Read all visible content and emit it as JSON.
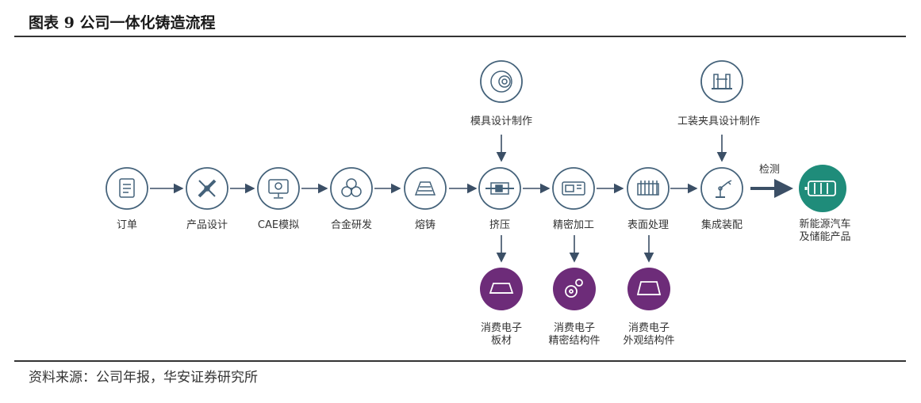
{
  "header": {
    "title": "图表 9  公司一体化铸造流程"
  },
  "footer": {
    "source": "资料来源：公司年报，华安证券研究所"
  },
  "flow": {
    "main_steps": [
      "订单",
      "产品设计",
      "CAE模拟",
      "合金研发",
      "熔铸",
      "挤压",
      "精密加工",
      "表面处理",
      "集成装配"
    ],
    "inputs": {
      "mold": "模具设计制作",
      "fixture": "工装夹具设计制作"
    },
    "inspection_label": "检测",
    "final_output": {
      "line1": "新能源汽车",
      "line2": "及储能产品"
    },
    "products": [
      {
        "line1": "消费电子",
        "line2": "板材"
      },
      {
        "line1": "消费电子",
        "line2": "精密结构件"
      },
      {
        "line1": "消费电子",
        "line2": "外观结构件"
      }
    ]
  },
  "colors": {
    "stroke": "#44627a",
    "arrow": "#3b4f66",
    "purple": "#6d2c79",
    "teal": "#1f8c7a",
    "rule": "#333333"
  }
}
